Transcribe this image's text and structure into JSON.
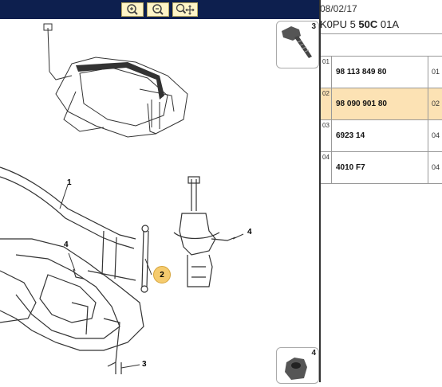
{
  "toolbar": {
    "zoom_in_icon": "zoom-in-icon",
    "zoom_out_icon": "zoom-out-icon",
    "zoom_pan_icon": "zoom-pan-icon"
  },
  "header": {
    "date": "08/02/17",
    "code_prefix": "K0PU 5 ",
    "code_bold": "50C",
    "code_suffix": " 01A"
  },
  "thumbnails": [
    {
      "number": "3"
    },
    {
      "number": "4"
    }
  ],
  "diagram": {
    "callouts": [
      "1",
      "2",
      "3",
      "4",
      "4"
    ]
  },
  "parts": [
    {
      "index": "01",
      "ref": "98 113 849 80",
      "qty": "01",
      "selected": false
    },
    {
      "index": "02",
      "ref": "98 090 901 80",
      "qty": "02",
      "selected": true
    },
    {
      "index": "03",
      "ref": "6923 14",
      "qty": "04",
      "selected": false
    },
    {
      "index": "04",
      "ref": "4010 F7",
      "qty": "04",
      "selected": false
    }
  ],
  "colors": {
    "toolbar": "#0d1f4e",
    "selected_row": "#fce2b4",
    "callout_2": "#f5cb6e"
  }
}
